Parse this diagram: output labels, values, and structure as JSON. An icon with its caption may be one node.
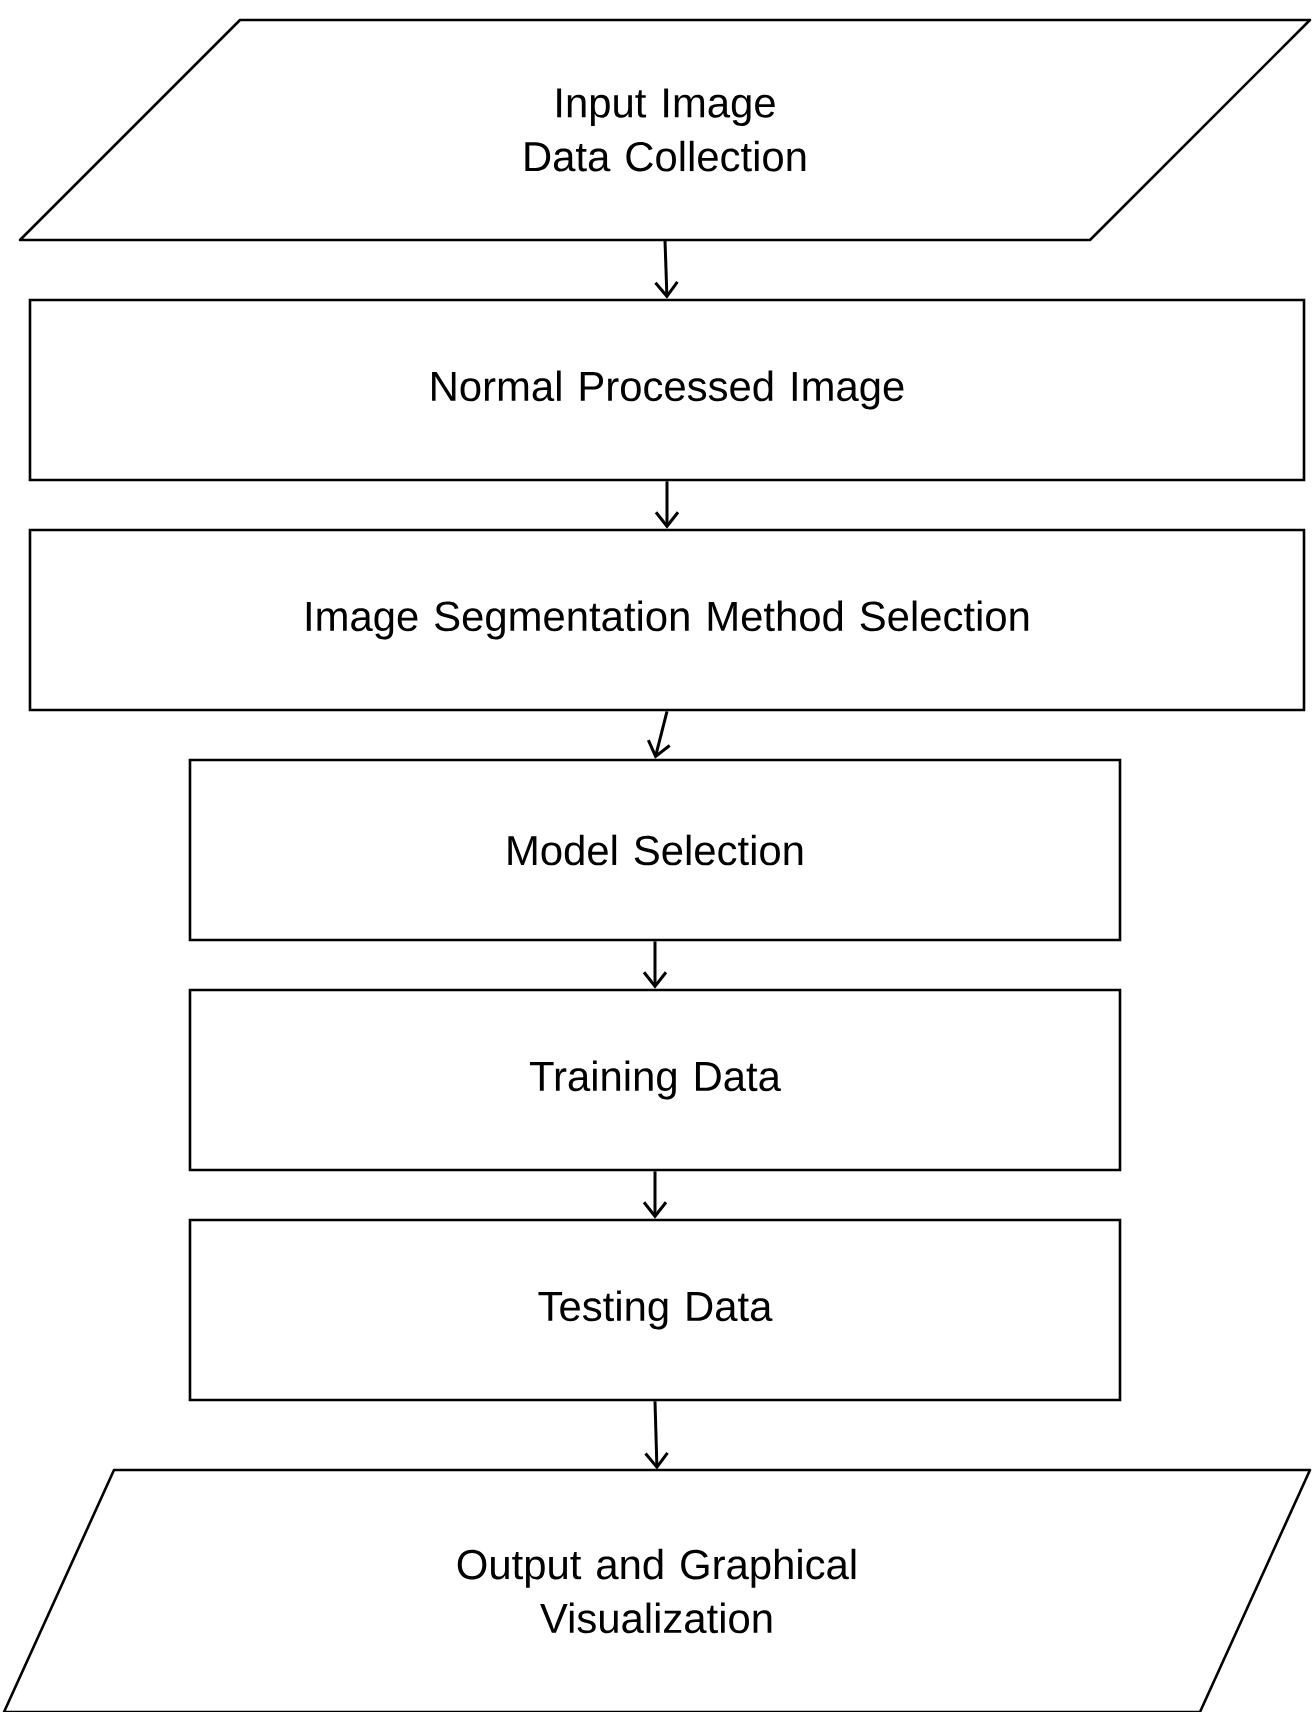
{
  "diagram": {
    "nodes": [
      {
        "text": [
          "Input Image Data Collection"
        ]
      },
      {
        "text": [
          "Normal Processed Image"
        ]
      },
      {
        "text": [
          "Image Segmentation Method Selection"
        ]
      },
      {
        "text": [
          "Model Selection"
        ]
      },
      {
        "text": [
          "Training Data"
        ]
      },
      {
        "text": [
          "Testing Data"
        ]
      },
      {
        "text": [
          "Output and Graphical Visualization"
        ]
      }
    ],
    "edges": [
      {
        "from": 0,
        "to": 1,
        "arrow": "to"
      },
      {
        "from": 1,
        "to": 2,
        "arrow": "to"
      },
      {
        "from": 2,
        "to": 3,
        "arrow": "to"
      },
      {
        "from": 3,
        "to": 4,
        "arrow": "to"
      },
      {
        "from": 4,
        "to": 5,
        "arrow": "to"
      },
      {
        "from": 5,
        "to": 6,
        "arrow": "to"
      }
    ]
  }
}
